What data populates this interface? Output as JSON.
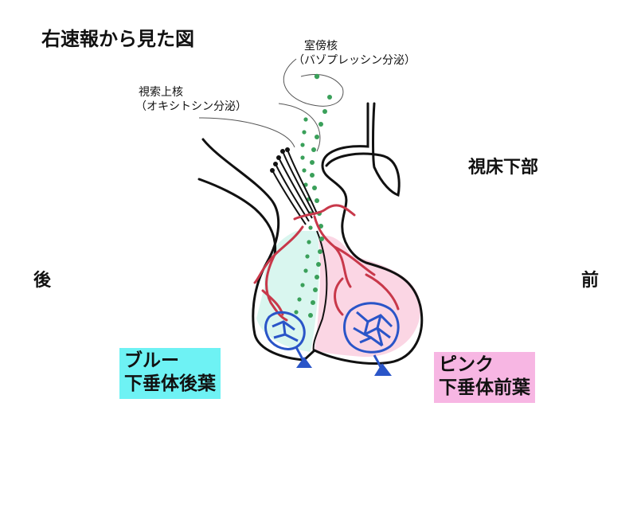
{
  "title": "右速報から見た図",
  "labels": {
    "paraventricular_name": "室傍核",
    "paraventricular_sub": "（バゾプレッシン分泌）",
    "supraoptic_name": "視索上核",
    "supraoptic_sub": "（オキシトシン分泌）",
    "hypothalamus": "視床下部",
    "posterior": "後",
    "anterior": "前"
  },
  "legend": {
    "blue": {
      "line1": "ブルー",
      "line2": "下垂体後葉",
      "color": "#6ef2f4"
    },
    "pink": {
      "line1": "ピンク",
      "line2": "下垂体前葉",
      "color": "#f7b6e3"
    }
  },
  "colors": {
    "outline": "#111111",
    "vessels_red": "#c8384a",
    "portal_blue": "#2a55c8",
    "nerve_green": "#3aa05a",
    "posterior_fill": "#d9f6ef",
    "anterior_fill": "#fbd6e4"
  }
}
